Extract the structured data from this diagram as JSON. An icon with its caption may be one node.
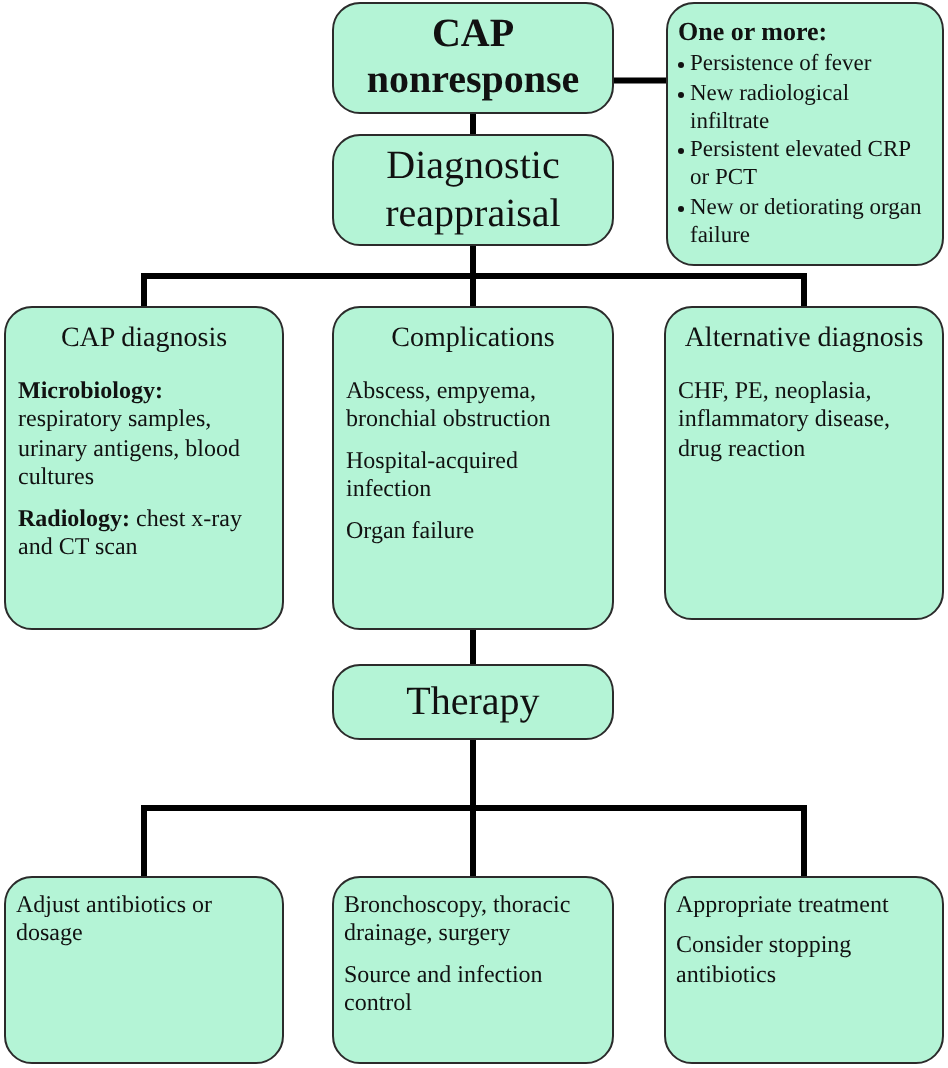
{
  "diagram": {
    "nodes": [
      {
        "text": [
          "CAP nonresponse"
        ]
      },
      {
        "text": [
          "One or more:",
          "Persistence of fever",
          "New radiological infiltrate",
          "Persistent elevated CRP or PCT",
          "New or detiorating organ failure"
        ]
      },
      {
        "text": [
          "Diagnostic reappraisal"
        ]
      },
      {
        "text": [
          "CAP diagnosis",
          "**Microbiology:** respiratory samples, urinary antigens, blood cultures",
          "**Radiology:** chest x-ray and CT scan"
        ]
      },
      {
        "text": [
          "Complications",
          "Abscess, empyema, bronchial obstruction",
          "Hospital-acquired infection",
          "Organ failure"
        ]
      },
      {
        "text": [
          "Alternative diagnosis",
          "CHF, PE, neoplasia, inflammatory disease, drug reaction"
        ]
      },
      {
        "text": [
          "Therapy"
        ]
      },
      {
        "text": [
          "Adjust antibiotics or dosage"
        ]
      },
      {
        "text": [
          "Bronchoscopy, thoracic drainage, surgery",
          "Source and infection control"
        ]
      },
      {
        "text": [
          "Appropriate treatment",
          "Consider stopping antibiotics"
        ]
      }
    ],
    "edges": [
      {
        "from": 0,
        "to": 1,
        "arrow": "none"
      },
      {
        "from": 0,
        "to": 2,
        "arrow": "none"
      },
      {
        "from": 2,
        "to": 3,
        "arrow": "none"
      },
      {
        "from": 2,
        "to": 4,
        "arrow": "none"
      },
      {
        "from": 2,
        "to": 5,
        "arrow": "none"
      },
      {
        "from": 4,
        "to": 6,
        "arrow": "none"
      },
      {
        "from": 6,
        "to": 7,
        "arrow": "none"
      },
      {
        "from": 6,
        "to": 8,
        "arrow": "none"
      },
      {
        "from": 6,
        "to": 9,
        "arrow": "none"
      }
    ]
  }
}
